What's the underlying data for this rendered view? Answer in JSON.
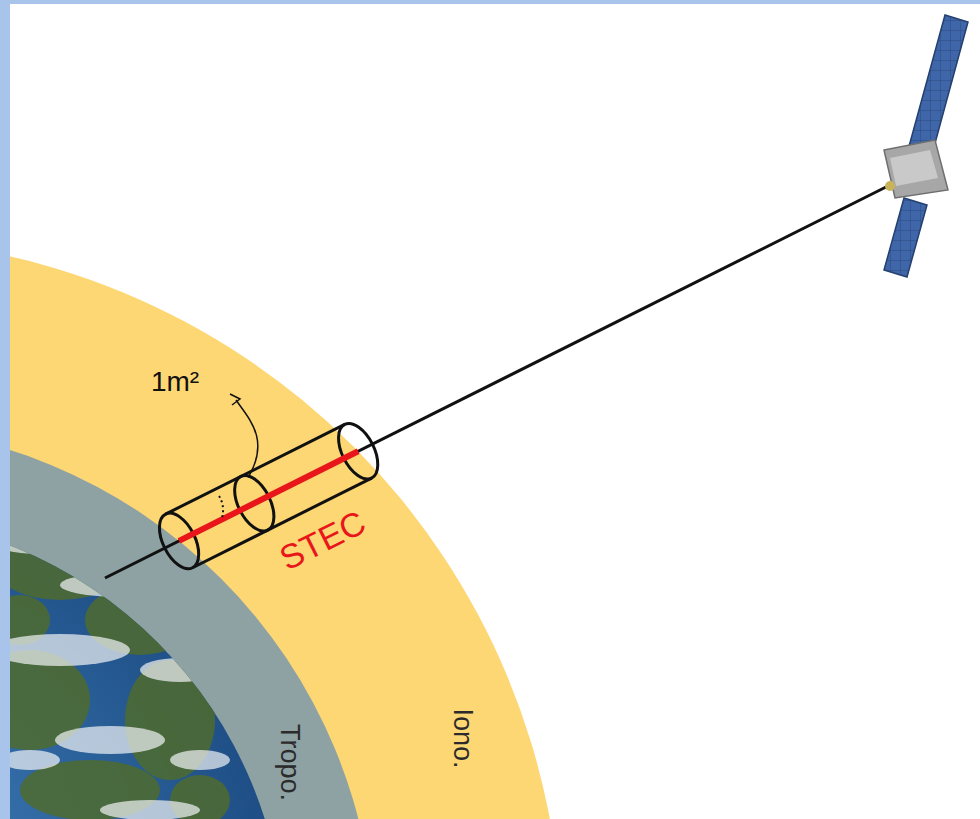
{
  "diagram": {
    "labels": [
      "1m²",
      "STEC",
      "Tropo.",
      "Iono."
    ]
  }
}
